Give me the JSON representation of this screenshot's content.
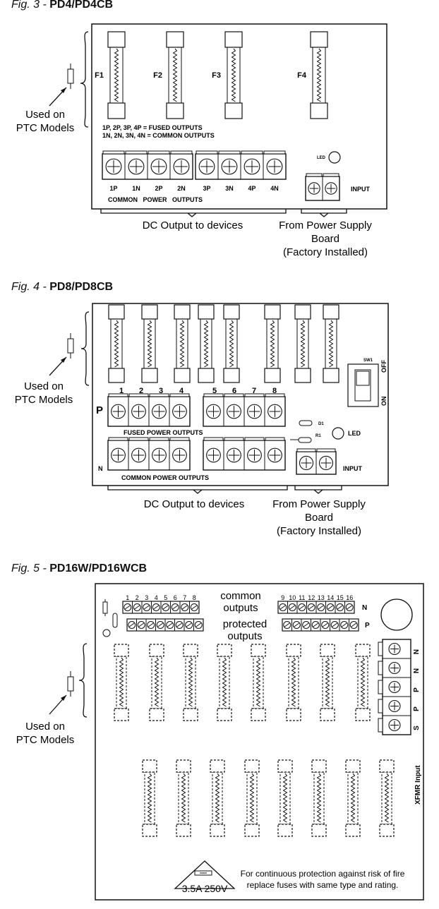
{
  "fig3": {
    "caption": "Fig. 3 -",
    "model": "PD4/PD4CB",
    "ptc_label": [
      "Used on",
      "PTC Models"
    ],
    "fuse_labels": [
      "F1",
      "F2",
      "F3",
      "F4"
    ],
    "note_lines": [
      "1P, 2P, 3P, 4P = FUSED OUTPUTS",
      "1N, 2N, 3N, 4N = COMMON OUTPUTS"
    ],
    "terminal_labels": [
      "1P",
      "1N",
      "2P",
      "2N",
      "3P",
      "3N",
      "4P",
      "4N"
    ],
    "terminal_group_label": "COMMON   POWER   OUTPUTS",
    "led_label": "LED",
    "input_label": "INPUT",
    "dc_output_label": "DC Output to devices",
    "power_supply_lines": [
      "From Power Supply",
      "Board",
      "(Factory Installed)"
    ]
  },
  "fig4": {
    "caption": "Fig. 4 -",
    "model": "PD8/PD8CB",
    "ptc_label": [
      "Used on",
      "PTC Models"
    ],
    "output_numbers": [
      "1",
      "2",
      "3",
      "4",
      "5",
      "6",
      "7",
      "8"
    ],
    "p_label": "P",
    "n_label": "N",
    "fused_label": "FUSED POWER OUTPUTS",
    "common_label": "COMMON POWER OUTPUTS",
    "sw_label": "SW1",
    "off_label": "OFF",
    "on_label": "ON",
    "d1_label": "D1",
    "r1_label": "R1",
    "led_label": "LED",
    "input_label": "INPUT",
    "dc_output_label": "DC Output to devices",
    "power_supply_lines": [
      "From Power Supply",
      "Board",
      "(Factory Installed)"
    ]
  },
  "fig5": {
    "caption": "Fig. 5 -",
    "model": "PD16W/PD16WCB",
    "ptc_label": [
      "Used on",
      "PTC Models"
    ],
    "left_numbers": [
      "1",
      "2",
      "3",
      "4",
      "5",
      "6",
      "7",
      "8"
    ],
    "right_numbers": [
      "9",
      "10",
      "11",
      "12",
      "13",
      "14",
      "15",
      "16"
    ],
    "common_lines": [
      "common",
      "outputs"
    ],
    "protected_lines": [
      "protected",
      "outputs"
    ],
    "n_label": "N",
    "p_label": "P",
    "input_terminals": [
      "N",
      "N",
      "P",
      "P",
      "S"
    ],
    "xfmr_label": "XFMR Input",
    "rating_label": "3.5A 250V",
    "warning_lines": [
      "For continuous protection against risk of fire",
      "replace fuses with same type and rating."
    ]
  }
}
